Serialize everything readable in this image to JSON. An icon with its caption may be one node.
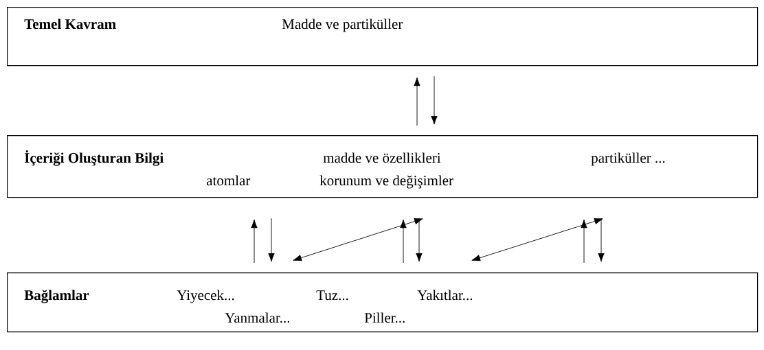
{
  "diagram": {
    "nodes": [
      {
        "text": [
          "Temel Kavram",
          "Madde ve partiküller"
        ]
      },
      {
        "text": [
          "İçeriği Oluşturan Bilgi",
          "madde ve özellikleri",
          "partiküller ...",
          "atomlar",
          "korunum ve değişimler"
        ]
      },
      {
        "text": [
          "Bağlamlar",
          "Yiyecek...",
          "Tuz...",
          "Yakıtlar...",
          "Yanmalar...",
          "Piller..."
        ]
      }
    ],
    "edges": [
      {
        "from": 1,
        "to": 0,
        "arrow": "to"
      },
      {
        "from": 0,
        "to": 1,
        "arrow": "to"
      },
      {
        "from": 2,
        "to": 1,
        "arrow": "to"
      },
      {
        "from": 1,
        "to": 2,
        "arrow": "to"
      },
      {
        "from": 2,
        "to": 1,
        "arrow": "both"
      },
      {
        "from": 2,
        "to": 1,
        "arrow": "to"
      },
      {
        "from": 1,
        "to": 2,
        "arrow": "to"
      },
      {
        "from": 2,
        "to": 1,
        "arrow": "both"
      },
      {
        "from": 2,
        "to": 1,
        "arrow": "to"
      },
      {
        "from": 1,
        "to": 2,
        "arrow": "to"
      }
    ]
  }
}
